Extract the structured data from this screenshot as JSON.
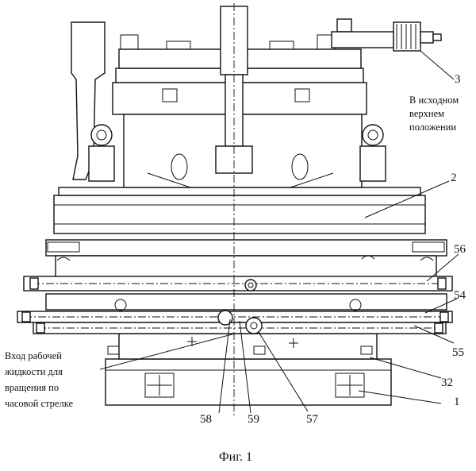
{
  "figure": {
    "caption": "Фиг. 1",
    "labels": {
      "l3": "3",
      "l2": "2",
      "l56": "56",
      "l54": "54",
      "l55": "55",
      "l32": "32",
      "l1": "1",
      "l58": "58",
      "l59": "59",
      "l57": "57"
    },
    "note_top": [
      "В исходном",
      "верхнем",
      "положении"
    ],
    "note_left": [
      "Вход рабочей",
      "жидкости для",
      "вращения по",
      "часовой стрелке"
    ]
  }
}
